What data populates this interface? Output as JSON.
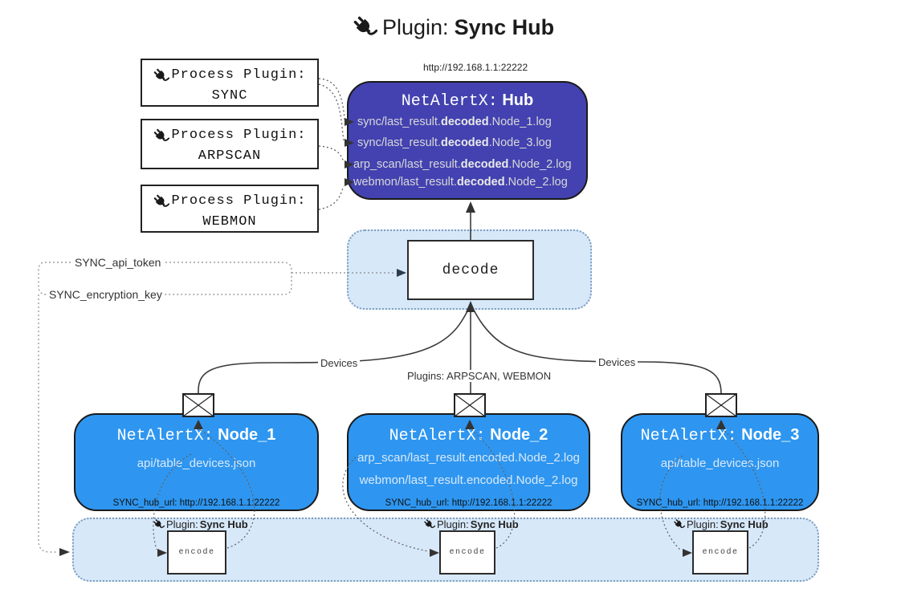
{
  "title": {
    "label": "Plugin:",
    "name": "Sync Hub"
  },
  "hub": {
    "url": "http://192.168.1.1:22222",
    "title_label": "NetAlertX:",
    "title_name": "Hub",
    "logs": [
      {
        "pre": "sync/last_result.",
        "bold": "decoded",
        "post": ".Node_1.log"
      },
      {
        "pre": "sync/last_result.",
        "bold": "decoded",
        "post": ".Node_3.log"
      },
      {
        "pre": "arp_scan/last_result.",
        "bold": "decoded",
        "post": ".Node_2.log"
      },
      {
        "pre": "webmon/last_result.",
        "bold": "decoded",
        "post": ".Node_2.log"
      }
    ]
  },
  "process_plugins": [
    {
      "label": "Process Plugin:",
      "name": "SYNC"
    },
    {
      "label": "Process Plugin:",
      "name": "ARPSCAN"
    },
    {
      "label": "Process Plugin:",
      "name": "WEBMON"
    }
  ],
  "decode": {
    "label": "decode"
  },
  "edge_labels": {
    "api_token": "SYNC_api_token",
    "encryption_key": "SYNC_encryption_key",
    "devices_left": "Devices",
    "plugins_center": "Plugins: ARPSCAN, WEBMON",
    "devices_right": "Devices"
  },
  "nodes": [
    {
      "title_label": "NetAlertX:",
      "title_name": "Node_1",
      "files": [
        "api/table_devices.json"
      ],
      "hub_url": "SYNC_hub_url: http://192.168.1.1:22222"
    },
    {
      "title_label": "NetAlertX:",
      "title_name": "Node_2",
      "files": [
        "arp_scan/last_result.encoded.Node_2.log",
        "webmon/last_result.encoded.Node_2.log"
      ],
      "hub_url": "SYNC_hub_url: http://192.168.1.1:22222"
    },
    {
      "title_label": "NetAlertX:",
      "title_name": "Node_3",
      "files": [
        "api/table_devices.json"
      ],
      "hub_url": "SYNC_hub_url: http://192.168.1.1:22222"
    }
  ],
  "encoders": [
    {
      "plugin_label": "Plugin:",
      "plugin_name": "Sync Hub",
      "box_label": "encode"
    },
    {
      "plugin_label": "Plugin:",
      "plugin_name": "Sync Hub",
      "box_label": "encode"
    },
    {
      "plugin_label": "Plugin:",
      "plugin_name": "Sync Hub",
      "box_label": "encode"
    }
  ],
  "colors": {
    "hub_fill": "#4342b0",
    "node_fill": "#2e96f0",
    "container_fill": "#d7e8f9",
    "container_border": "#7d9cc0",
    "line": "#3a3a3a"
  }
}
